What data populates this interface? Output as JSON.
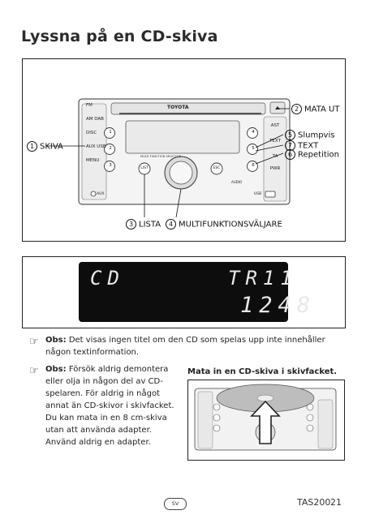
{
  "page": {
    "title": "Lyssna på en CD-skiva",
    "footer_lang": "SV",
    "footer_model": "TAS200",
    "footer_page": "21"
  },
  "radio": {
    "brand": "TOYOTA",
    "mfs_label": "MULTIFUNKTIONSVÄLJARE",
    "small_mfs_label": "MULTI FUNCTION SELECTOR",
    "left_buttons": [
      "FM",
      "AM DAB",
      "DISC",
      "AUX USB",
      "MENU"
    ],
    "right_buttons": [
      "AST",
      "TEXT",
      "TA",
      "PWR"
    ],
    "num_left": [
      "1",
      "2",
      "3"
    ],
    "num_right": [
      "4",
      "5",
      "6"
    ],
    "center_buttons": [
      "LIST",
      "ESC"
    ],
    "aux_label": "AUX",
    "usb_label": "USB",
    "audio_label": "AUDIO"
  },
  "callouts": {
    "skiva": {
      "num": "1",
      "text": "SKIVA"
    },
    "mata_ut": {
      "num": "2",
      "text": "MATA UT"
    },
    "slumpvis": {
      "num": "5",
      "text": "Slumpvis"
    },
    "text": {
      "num": "7",
      "text": "TEXT"
    },
    "repetition": {
      "num": "6",
      "text": "Repetition"
    },
    "lista": {
      "num": "3",
      "text": "LISTA"
    },
    "mfs": {
      "num": "4",
      "text": "MULTIFUNKTIONSVÄLJARE"
    }
  },
  "display": {
    "line1_left": "CD",
    "line1_right": "TR11",
    "line2": "1248"
  },
  "notes": {
    "note1_label": "Obs:",
    "note1_text": "Det visas ingen titel om den CD som spelas upp inte innehåller någon textinformation.",
    "note2_label": "Obs:",
    "note2_line1": "Försök aldrig demontera eller olja in någon del av CD-spelaren. För aldrig in något annat än CD-skivor i skivfacket.",
    "note2_line2": "Du kan mata in en 8 cm-skiva utan att använda adapter. Använd aldrig en adapter.",
    "insert_heading": "Mata in en CD-skiva i skivfacket."
  },
  "colors": {
    "lcd_background": "#0d0d0d",
    "lcd_text": "#e8e8e8",
    "line": "#222222"
  }
}
